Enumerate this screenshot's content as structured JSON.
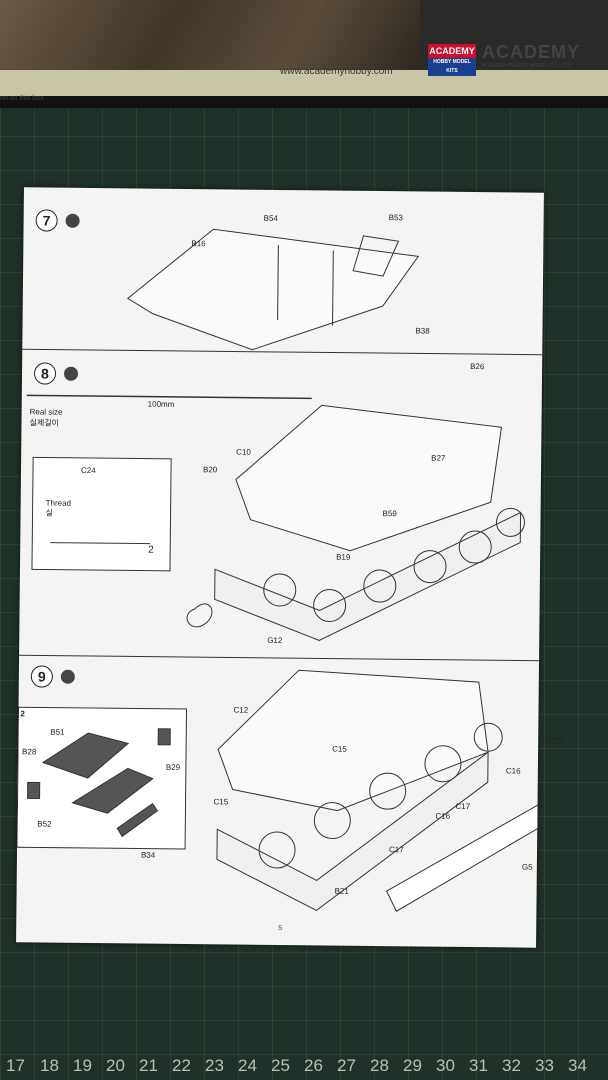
{
  "box": {
    "url": "www.academyhobby.com",
    "in_box_text": "nn on this box.",
    "logo_red_text": "ACADEMY",
    "logo_red_sub": "HOBBY MODEL KITS",
    "logo_brand": "ACADEMY",
    "logo_brand_sub": "ACADEMY PLASTIC MODEL CO., LTD."
  },
  "sheet": {
    "page_number": "5",
    "steps": [
      {
        "number": "7",
        "parts": [
          "B16",
          "B54",
          "B53",
          "B38"
        ]
      },
      {
        "number": "8",
        "parts": [
          "B26",
          "C10",
          "B27",
          "C24",
          "B20",
          "B59",
          "B19",
          "G12"
        ],
        "real_size_label": "Real size",
        "real_size_label_ko": "실제길이",
        "length": "100mm",
        "thread_label": "Thread",
        "thread_label_ko": "실",
        "quantity": "2"
      },
      {
        "number": "9",
        "parts": [
          "C12",
          "C15",
          "C15",
          "C17",
          "C16",
          "C17",
          "C16",
          "C17",
          "G5",
          "B21"
        ],
        "subassembly_number": "2",
        "subassembly_parts": [
          "B51",
          "B28",
          "B29",
          "B52",
          "B34"
        ]
      }
    ]
  },
  "ruler": {
    "numbers": [
      "17",
      "18",
      "19",
      "20",
      "21",
      "22",
      "23",
      "24",
      "25",
      "26",
      "27",
      "28",
      "29",
      "30",
      "31",
      "32",
      "33",
      "34"
    ]
  }
}
